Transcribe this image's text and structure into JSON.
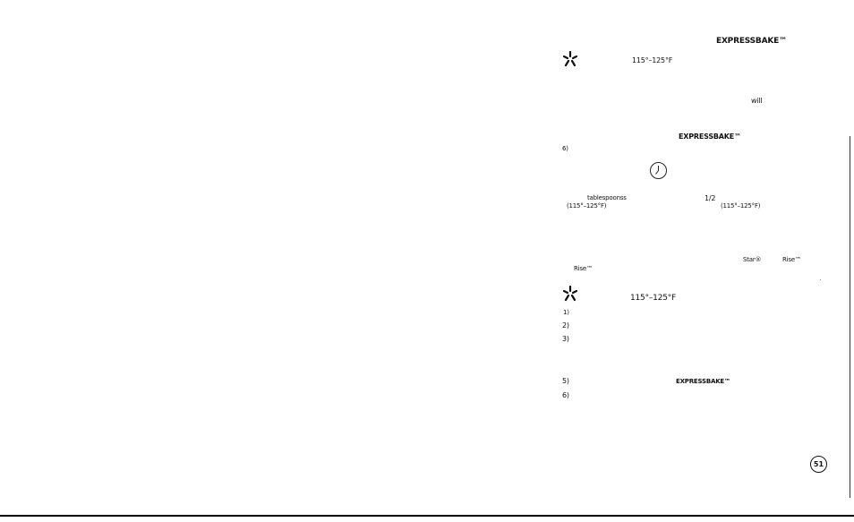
{
  "texts": {
    "expressbake_1": "EXPRESSBAKE™",
    "temp_1": "115°–125°F",
    "will": "will",
    "expressbake_2": "EXPRESSBAKE™",
    "num_6a": "6)",
    "tablespoonss": "tablespoonss",
    "half": "1/2",
    "temp_2": "(115°–125°F)",
    "temp_3": "(115°–125°F)",
    "star": "Star®",
    "rise_1": "Rise™",
    "rise_2": "Rise™",
    "temp_4": "115°–125°F",
    "num_1": "1)",
    "num_2": "2)",
    "num_3": "3)",
    "num_5": "5)",
    "expressbake_3": "EXPRESSBAKE™",
    "num_6b": "6)"
  },
  "icons": {
    "asterisk_1": "asterisk-icon",
    "clock": "clock-icon",
    "asterisk_2": "asterisk-icon"
  },
  "page_number": "51"
}
